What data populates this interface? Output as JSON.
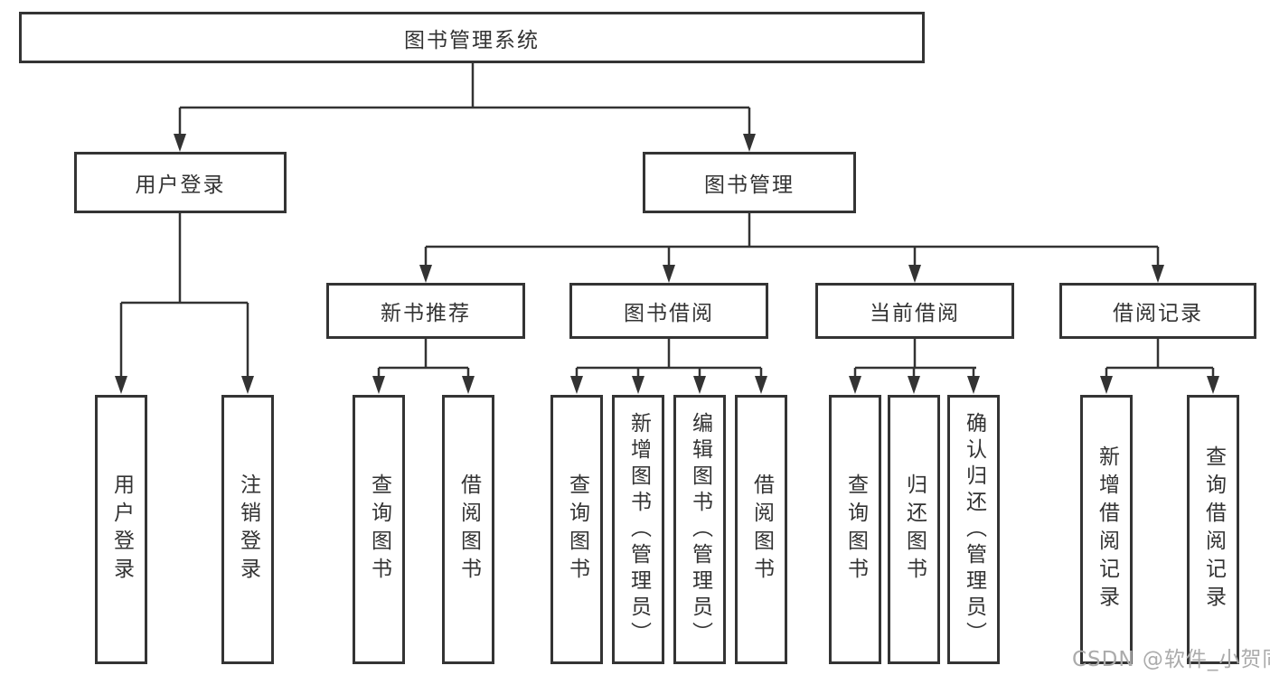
{
  "tree": {
    "root": "图书管理系统",
    "branches": {
      "user_login": "用户登录",
      "book_mgmt": "图书管理"
    },
    "modules": {
      "new_book_rec": "新书推荐",
      "book_borrow": "图书借阅",
      "current_borrow": "当前借阅",
      "borrow_records": "借阅记录"
    },
    "leaves": {
      "user_login": "用户登录",
      "logout": "注销登录",
      "rec_query_book": "查询图书",
      "rec_borrow_book": "借阅图书",
      "bb_query_book": "查询图书",
      "bb_add_book": "新增图书（管理员）",
      "bb_edit_book": "编辑图书（管理员）",
      "bb_borrow_book": "借阅图书",
      "cb_query_book": "查询图书",
      "cb_return_book": "归还图书",
      "cb_confirm_return": "确认归还（管理员）",
      "br_add_record": "新增借阅记录",
      "br_query_record": "查询借阅记录"
    }
  },
  "watermark": "CSDN @软件_小贺同学",
  "colors": {
    "line": "#333333",
    "box_border": "#343434",
    "box_bg": "#ffffff",
    "text": "#333333",
    "watermark": "#ababab"
  }
}
